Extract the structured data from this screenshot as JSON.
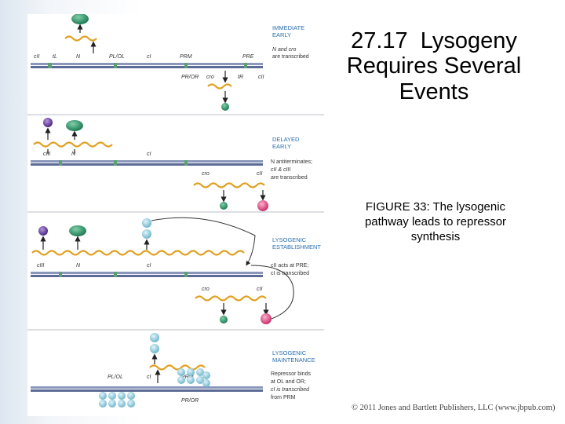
{
  "slide": {
    "title_lines": [
      "27.17  Lysogeny",
      "Requires Several",
      "Events"
    ],
    "caption": "FIGURE 33: The lysogenic pathway leads to repressor synthesis",
    "copyright": "© 2011 Jones and Bartlett Publishers, LLC (www.jbpub.com)"
  },
  "figure": {
    "panel1": {
      "stage": [
        "IMMEDIATE",
        "EARLY"
      ],
      "top_labels": {
        "cII": "cII",
        "tL": "tL",
        "N": "N",
        "PLOL": "PL/OL",
        "cI": "cI",
        "PRM": "PRM",
        "PRE": "PRE"
      },
      "bottom_labels": {
        "PROR": "PR/OR",
        "cro": "cro",
        "tR": "tR",
        "cII": "cII"
      },
      "note": [
        "N and cro",
        "are transcribed"
      ]
    },
    "panel2": {
      "stage": [
        "DELAYED",
        "EARLY"
      ],
      "top_labels": {
        "cIII": "cIII",
        "N": "N",
        "cI": "cI"
      },
      "bottom_labels": {
        "cro": "cro",
        "cII": "cII"
      },
      "note": [
        "N antiterminates;",
        "cII & cIII",
        "are transcribed"
      ]
    },
    "panel3": {
      "stage": [
        "LYSOGENIC",
        "ESTABLISHMENT"
      ],
      "top_labels": {
        "cIII": "cIII",
        "N": "N",
        "cI": "cI"
      },
      "bottom_labels": {
        "cro": "cro",
        "cII": "cII"
      },
      "note": [
        "cII acts at PRE;",
        "cI is transcribed"
      ]
    },
    "panel4": {
      "stage": [
        "LYSOGENIC",
        "MAINTENANCE"
      ],
      "top_labels": {
        "PLOL": "PL/OL",
        "cI": "cI",
        "PRM": "PRM"
      },
      "bottom_labels": {
        "PROR": "PR/OR"
      },
      "note": [
        "Repressor binds",
        "at OL and OR;",
        "cI is transcribed",
        "from PRM"
      ]
    },
    "colors": {
      "dna_top": "#8a97bb",
      "dna_bottom": "#5c6b96",
      "dna_accent": "#5aa070",
      "mrna": "#e0a020",
      "protein_n": "#2f9a6a",
      "protein_cii": "#e64c8a",
      "protein_ciii": "#6c3ea3",
      "repressor": "#88c8dc",
      "stage_text": "#2a6fb0",
      "divider": "#c8cbd3"
    }
  }
}
